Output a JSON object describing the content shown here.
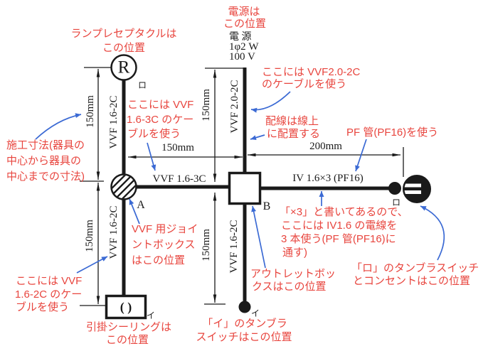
{
  "colors": {
    "annotation_red": "#e8453e",
    "arrow_blue": "#3b6ad4",
    "line_black": "#1a1a1a"
  },
  "power": {
    "title": "電 源",
    "spec": "1φ2 W",
    "voltage": "100 V"
  },
  "cable_labels": {
    "left_top": "VVF 1.6-2C",
    "left_bottom": "VVF 1.6-2C",
    "center_top": "VVF 2.0-2C",
    "center_bottom": "VVF 1.6-2C",
    "horizontal_ab": "VVF 1.6-3C",
    "conduit": "IV 1.6×3 (PF16)"
  },
  "dimensions": {
    "left_top": "150mm",
    "left_bottom": "150mm",
    "center_top": "150mm",
    "center_bottom": "150mm",
    "horizontal_ab": "150mm",
    "horizontal_right": "200mm"
  },
  "devices": {
    "lamp_letter": "R",
    "joint_letter": "A",
    "outlet_box_letter": "B",
    "ceiling_glyph": "( )",
    "lamp_circuit": "ロ",
    "right_circuit": "ロ",
    "ceiling_circuit": "イ",
    "switch_circuit": "イ"
  },
  "notes": {
    "lamp": [
      "ランプレセプタクルは",
      "この位置"
    ],
    "source": [
      "電源は",
      "この位置"
    ],
    "vvf20": [
      "ここには VVF2.0-2C",
      "のケーブルを使う"
    ],
    "online": [
      "配線は線上",
      "に配置する"
    ],
    "pf": [
      "PF 管(PF16)を使う"
    ],
    "vvf163": [
      "ここには VVF",
      "1.6-3C のケー",
      "ブルを使う"
    ],
    "dim_note": [
      "施工寸法(器具の",
      "中心から器具の",
      "中心までの寸法)"
    ],
    "joint": [
      "VVF 用ジョイ",
      "ントボックス",
      "はこの位置"
    ],
    "x3": [
      "「×3」と書いてあるので、",
      "ここには IV1.6 の電線を",
      "3 本使う(PF 管(PF16)に",
      "通す)"
    ],
    "outletbox": [
      "アウトレットボッ",
      "クスはこの位置"
    ],
    "switch_ro": [
      "「ロ」のタンブラスイッチ",
      "とコンセントはこの位置"
    ],
    "vvf162": [
      "ここには VVF",
      "1.6-2C のケー",
      "ブルを使う"
    ],
    "ceiling": [
      "引掛シーリングは",
      "この位置"
    ],
    "switch_i": [
      "「イ」のタンブラ",
      "スイッチはこの位置"
    ]
  }
}
